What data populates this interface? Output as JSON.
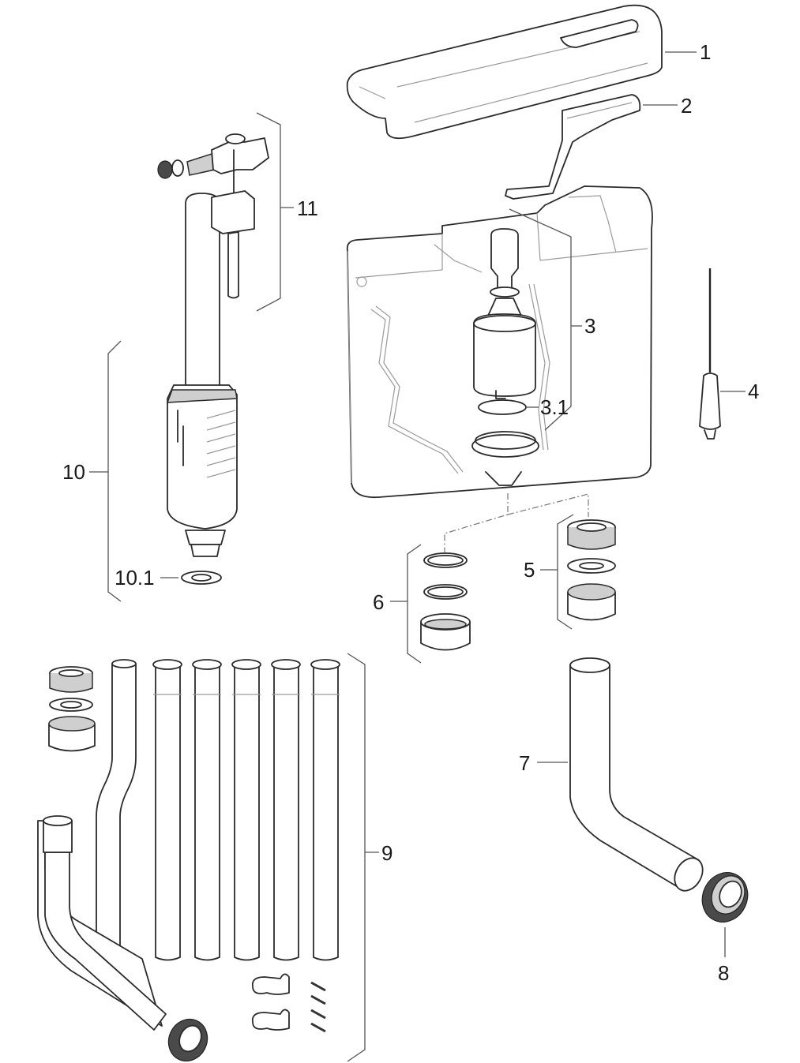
{
  "diagram": {
    "type": "exploded parts diagram",
    "subject": "concealed cistern spare parts",
    "labels": {
      "p1": "1",
      "p2": "2",
      "p3": "3",
      "p3_1": "3.1",
      "p4": "4",
      "p5": "5",
      "p6": "6",
      "p7": "7",
      "p8": "8",
      "p9": "9",
      "p10": "10",
      "p10_1": "10.1",
      "p11": "11"
    },
    "parts": [
      {
        "label": "1",
        "depicts": "cistern lid"
      },
      {
        "label": "2",
        "depicts": "flush lever"
      },
      {
        "label": "3",
        "depicts": "flush valve (bell)"
      },
      {
        "label": "3.1",
        "depicts": "valve seal"
      },
      {
        "label": "4",
        "depicts": "pull cord with handle"
      },
      {
        "label": "5",
        "depicts": "threaded connector set"
      },
      {
        "label": "6",
        "depicts": "seal ring and cap set"
      },
      {
        "label": "7",
        "depicts": "bent flush pipe"
      },
      {
        "label": "8",
        "depicts": "pipe connector nut"
      },
      {
        "label": "9",
        "depicts": "flush pipe kit with clips and screws"
      },
      {
        "label": "10",
        "depicts": "flush valve assembly"
      },
      {
        "label": "10.1",
        "depicts": "flush valve washer"
      },
      {
        "label": "11",
        "depicts": "fill valve"
      }
    ]
  }
}
